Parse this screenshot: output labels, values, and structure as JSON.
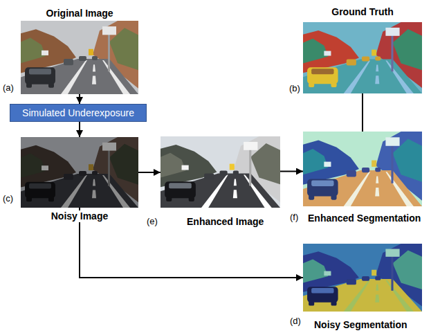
{
  "diagram": {
    "nodes": [
      {
        "text": [
          "Original Image",
          "(a)"
        ]
      },
      {
        "text": [
          "Ground Truth",
          "(b)"
        ]
      },
      {
        "text": [
          "Simulated Underexposure"
        ]
      },
      {
        "text": [
          "(c)",
          "Noisy Image"
        ]
      },
      {
        "text": [
          "(e)",
          "Enhanced Image"
        ]
      },
      {
        "text": [
          "(f)",
          "Enhanced Segmentation"
        ]
      },
      {
        "text": [
          "(d)",
          "Noisy Segmentation"
        ]
      }
    ],
    "edges": [
      {
        "from": 0,
        "to": 2,
        "arrow": "to"
      },
      {
        "from": 2,
        "to": 3,
        "arrow": "to"
      },
      {
        "from": 3,
        "to": 4,
        "arrow": "to"
      },
      {
        "from": 4,
        "to": 5,
        "arrow": "to"
      },
      {
        "from": 1,
        "to": 5,
        "arrow": "none"
      },
      {
        "from": 3,
        "to": 6,
        "arrow": "to"
      }
    ]
  }
}
